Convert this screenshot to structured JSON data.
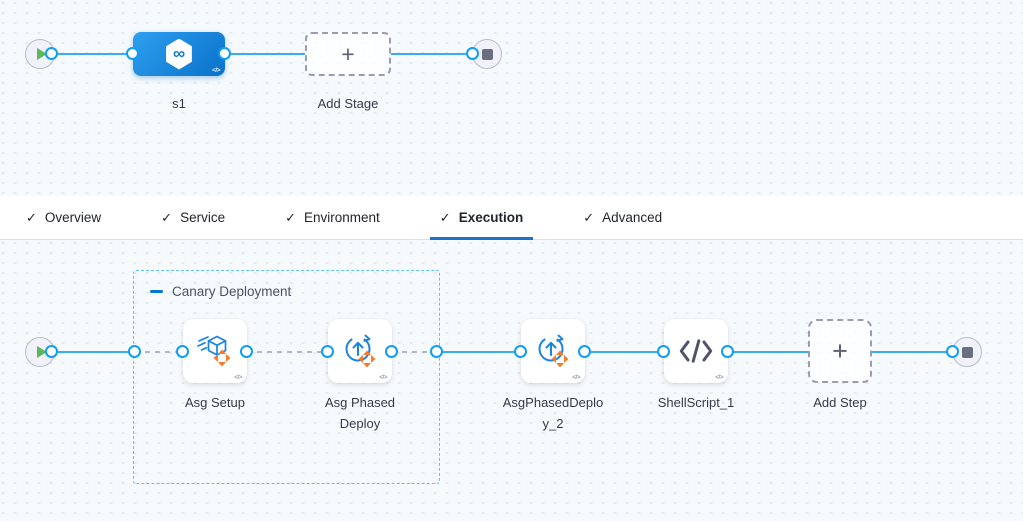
{
  "glyphs": {
    "check": "✓",
    "plus": "+",
    "code": "</>",
    "infinity": "∞"
  },
  "colors": {
    "accent_blue": "#0278d5",
    "line_blue": "#3aacf1",
    "connector_gray": "#b3b7c6",
    "canary_border": "#5fc2f7",
    "stage_gradient_start": "#2d9ff0",
    "stage_gradient_end": "#0a71c9",
    "icon_blue": "#1b84df",
    "icon_orange": "#f97a2a",
    "label_text": "#383946"
  },
  "stage_pipeline": {
    "stage_label": "s1",
    "add_stage_label": "Add Stage"
  },
  "tabs": [
    {
      "label": "Overview",
      "checked": true,
      "active": false
    },
    {
      "label": "Service",
      "checked": true,
      "active": false
    },
    {
      "label": "Environment",
      "checked": true,
      "active": false
    },
    {
      "label": "Execution",
      "checked": true,
      "active": true
    },
    {
      "label": "Advanced",
      "checked": true,
      "active": false
    }
  ],
  "execution": {
    "group_label": "Canary Deployment",
    "steps": [
      {
        "name": "Asg Setup",
        "icon": "asg-setup-icon"
      },
      {
        "name": "Asg Phased Deploy",
        "icon": "asg-phased-deploy-icon"
      },
      {
        "name": "AsgPhasedDeploy_2",
        "icon": "asg-phased-deploy-icon"
      },
      {
        "name": "ShellScript_1",
        "icon": "shell-script-icon"
      }
    ],
    "add_step_label": "Add Step"
  }
}
